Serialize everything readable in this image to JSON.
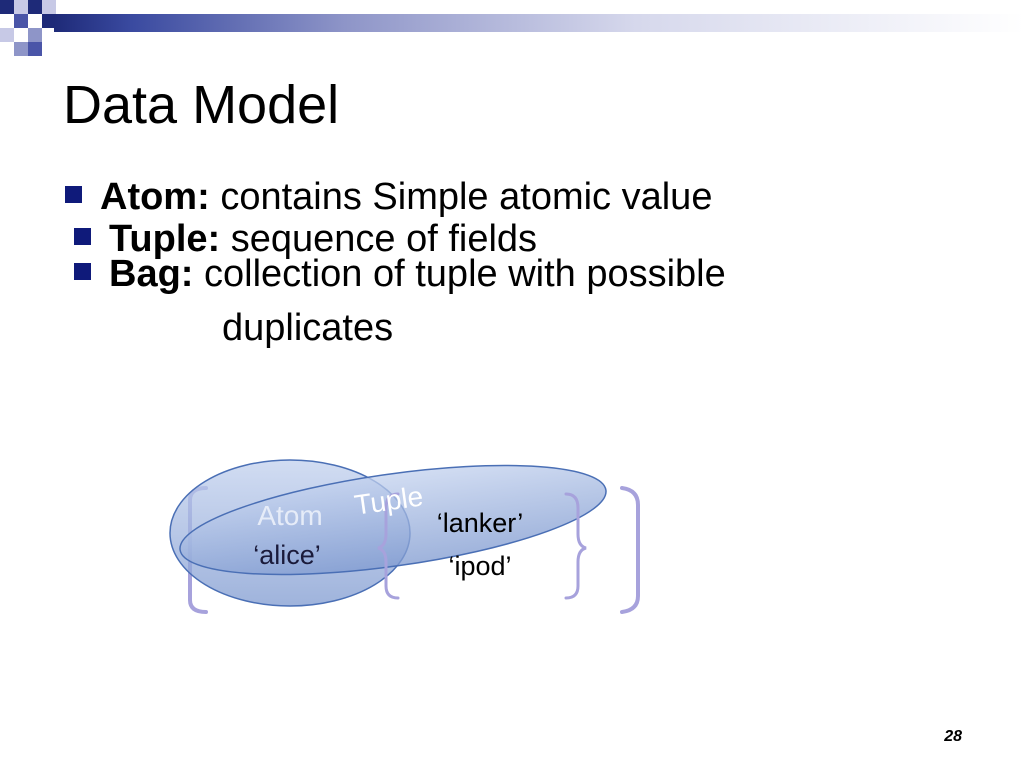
{
  "slide": {
    "title": "Data Model",
    "page_number": "28"
  },
  "bullets": [
    {
      "term": "Atom:",
      "text": " contains Simple atomic value"
    },
    {
      "term": "Tuple:",
      "text": " sequence of fields"
    },
    {
      "term": "Bag:",
      "text": " collection of tuple with possible"
    }
  ],
  "bag_continuation": "duplicates",
  "diagram": {
    "atom_label": "Atom",
    "tuple_label": "Tuple",
    "values": [
      "‘alice’",
      "‘lanker’",
      "‘ipod’"
    ]
  },
  "colors": {
    "bullet": "#0f1a7a",
    "bar_dark": "#1e2a78",
    "ellipse_fill": "#8fa9d8",
    "ellipse_stroke": "#4a6fb5",
    "bracket": "#a7a2dc"
  }
}
